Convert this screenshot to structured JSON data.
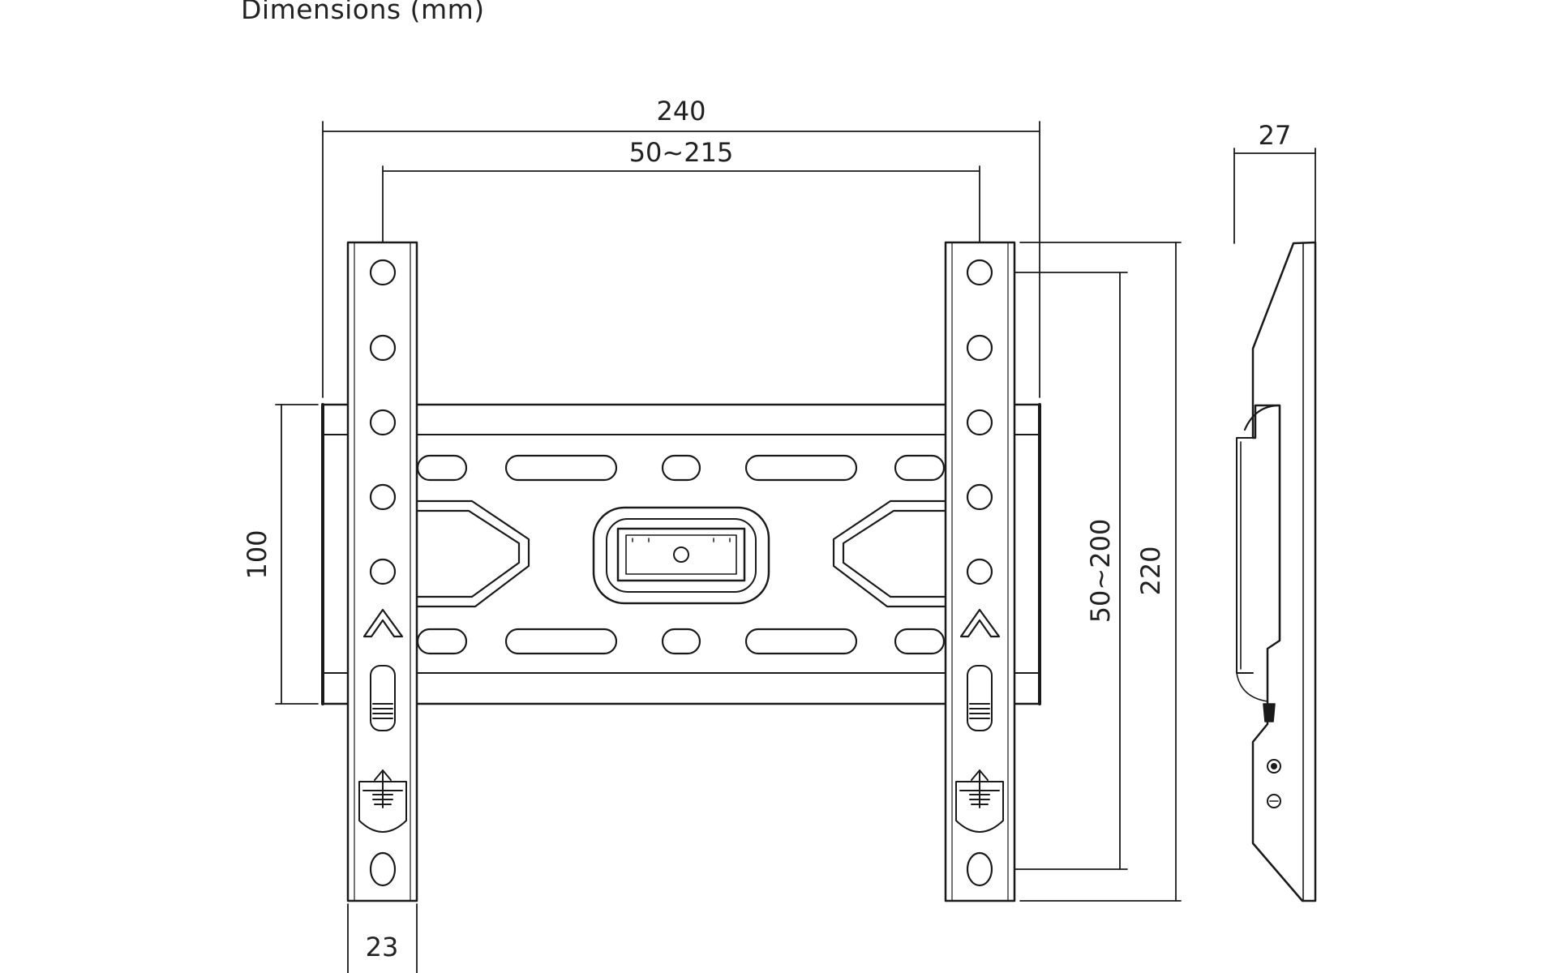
{
  "header": {
    "title": "Dimensions (mm)"
  },
  "dimensions": {
    "overall_width": "240",
    "hole_spacing_horizontal": "50~215",
    "depth": "27",
    "plate_height": "100",
    "hole_spacing_vertical": "50~200",
    "overall_height": "220",
    "rail_width": "23"
  },
  "colors": {
    "line": "#1a1a1a",
    "background": "#ffffff"
  }
}
